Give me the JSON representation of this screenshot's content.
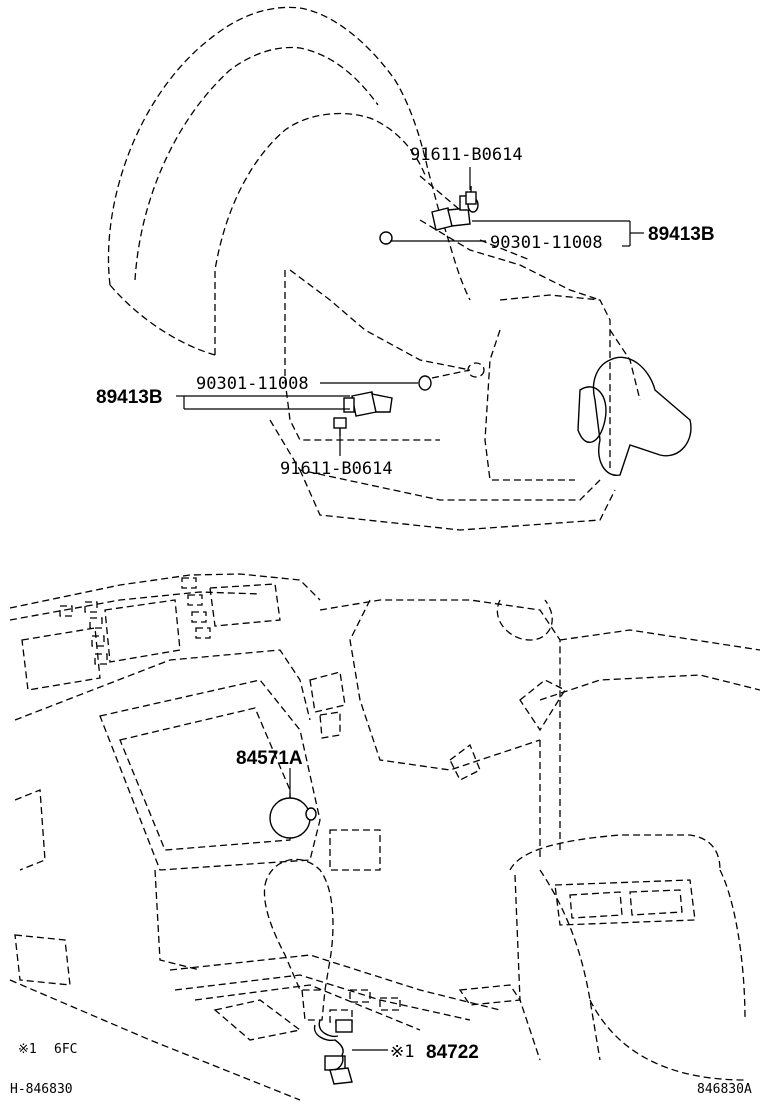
{
  "callouts": {
    "bolt_upper": "91611-B0614",
    "gasket_upper": "90301-11008",
    "sensor_upper": "89413B",
    "gasket_lower": "90301-11008",
    "sensor_lower": "89413B",
    "bolt_lower": "91611-B0614",
    "switch": "84571A",
    "shift_switch_mark": "※1",
    "shift_switch": "84722"
  },
  "footnote": {
    "mark": "※1",
    "text": "6FC"
  },
  "drawing_ids": {
    "left": "H-846830",
    "right": "846830A"
  }
}
